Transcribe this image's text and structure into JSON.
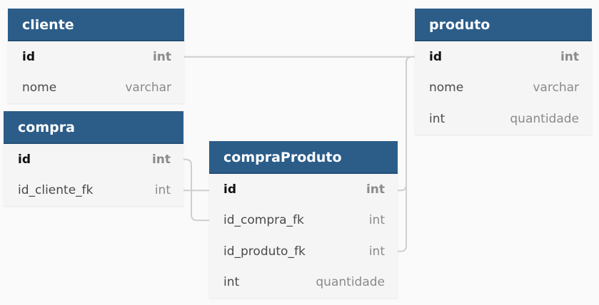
{
  "tables": [
    {
      "id": "cliente",
      "title": "cliente",
      "rows": [
        {
          "name": "id",
          "type": "int",
          "pk": true
        },
        {
          "name": "nome",
          "type": "varchar",
          "pk": false
        }
      ]
    },
    {
      "id": "compra",
      "title": "compra",
      "rows": [
        {
          "name": "id",
          "type": "int",
          "pk": true
        },
        {
          "name": "id_cliente_fk",
          "type": "int",
          "pk": false
        }
      ]
    },
    {
      "id": "compraProduto",
      "title": "compraProduto",
      "rows": [
        {
          "name": "id",
          "type": "int",
          "pk": true
        },
        {
          "name": "id_compra_fk",
          "type": "int",
          "pk": false
        },
        {
          "name": "id_produto_fk",
          "type": "int",
          "pk": false
        },
        {
          "name": "int",
          "type": "quantidade",
          "pk": false
        }
      ]
    },
    {
      "id": "produto",
      "title": "produto",
      "rows": [
        {
          "name": "id",
          "type": "int",
          "pk": true
        },
        {
          "name": "nome",
          "type": "varchar",
          "pk": false
        },
        {
          "name": "int",
          "type": "quantidade",
          "pk": false
        }
      ]
    }
  ],
  "relationships": [
    {
      "from_table": "cliente",
      "from_row": 0,
      "to_table": "compra",
      "to_row": 1
    },
    {
      "from_table": "compra",
      "from_row": 0,
      "to_table": "compraProduto",
      "to_row": 1
    },
    {
      "from_table": "produto",
      "from_row": 0,
      "to_table": "compraProduto",
      "to_row": 2
    }
  ],
  "colors": {
    "header_bg": "#2c5d89",
    "header_text": "#ffffff",
    "table_bg": "#f5f5f5",
    "connector": "#cfcfcf"
  }
}
